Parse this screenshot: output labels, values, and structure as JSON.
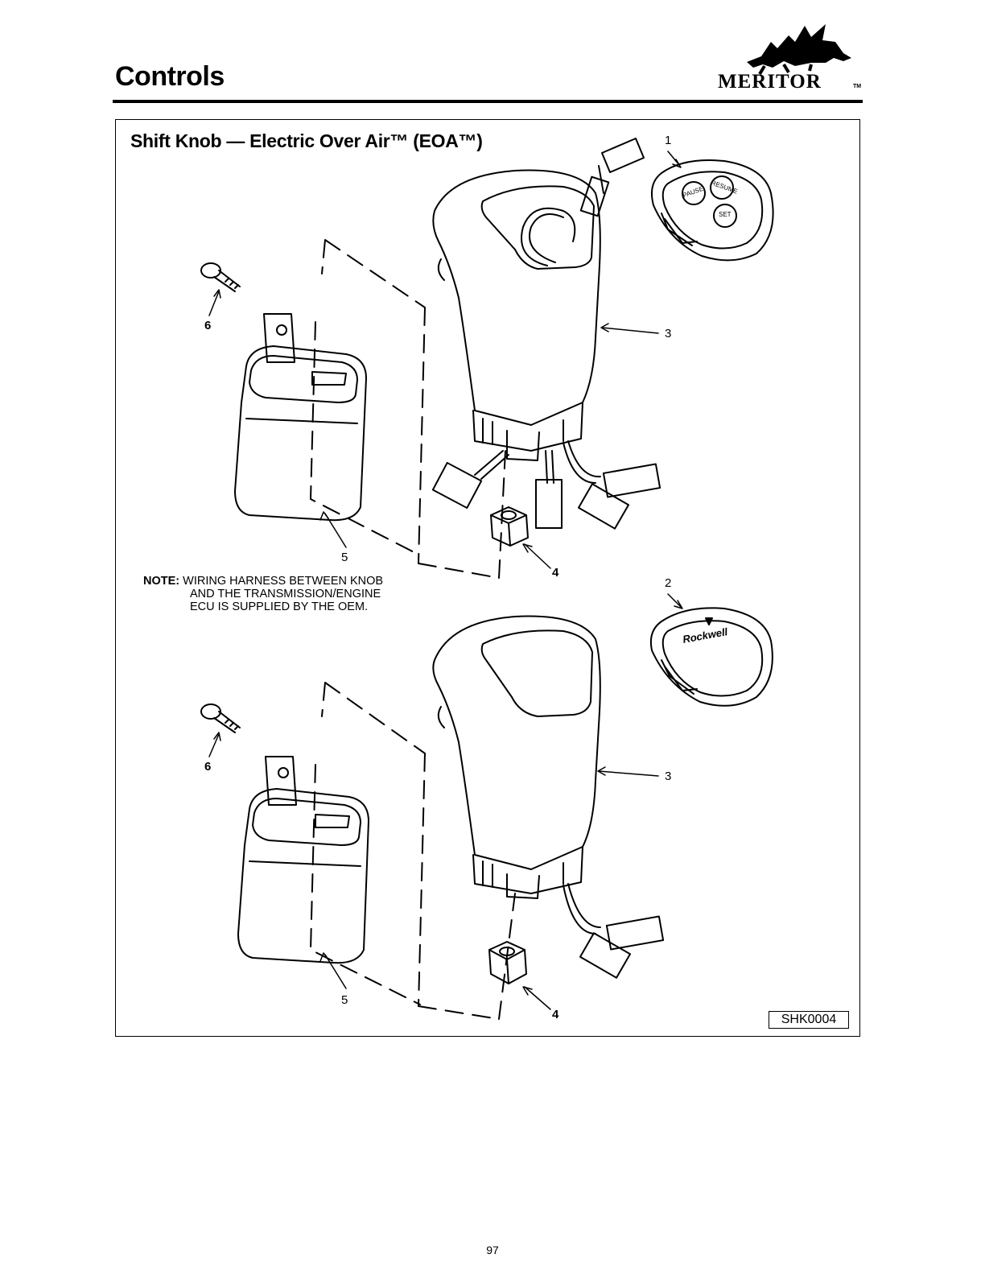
{
  "header": {
    "section_title": "Controls",
    "logo_text": "MERITOR",
    "logo_tm": "TM"
  },
  "figure": {
    "title": "Shift Knob — Electric Over Air™ (EOA™)",
    "callouts_top": [
      "1",
      "3",
      "6",
      "5",
      "4"
    ],
    "callouts_bottom": [
      "2",
      "3",
      "6",
      "5",
      "4"
    ],
    "note_label": "NOTE:",
    "note_lines": [
      "WIRING HARNESS BETWEEN KNOB",
      "AND THE TRANSMISSION/ENGINE",
      "ECU IS SUPPLIED BY THE OEM."
    ],
    "switch_buttons": [
      "PAUSE",
      "RESUME",
      "SET"
    ],
    "cover_brand": "Rockwell",
    "figure_id": "SHK0004"
  },
  "footer": {
    "page_number": "97"
  }
}
